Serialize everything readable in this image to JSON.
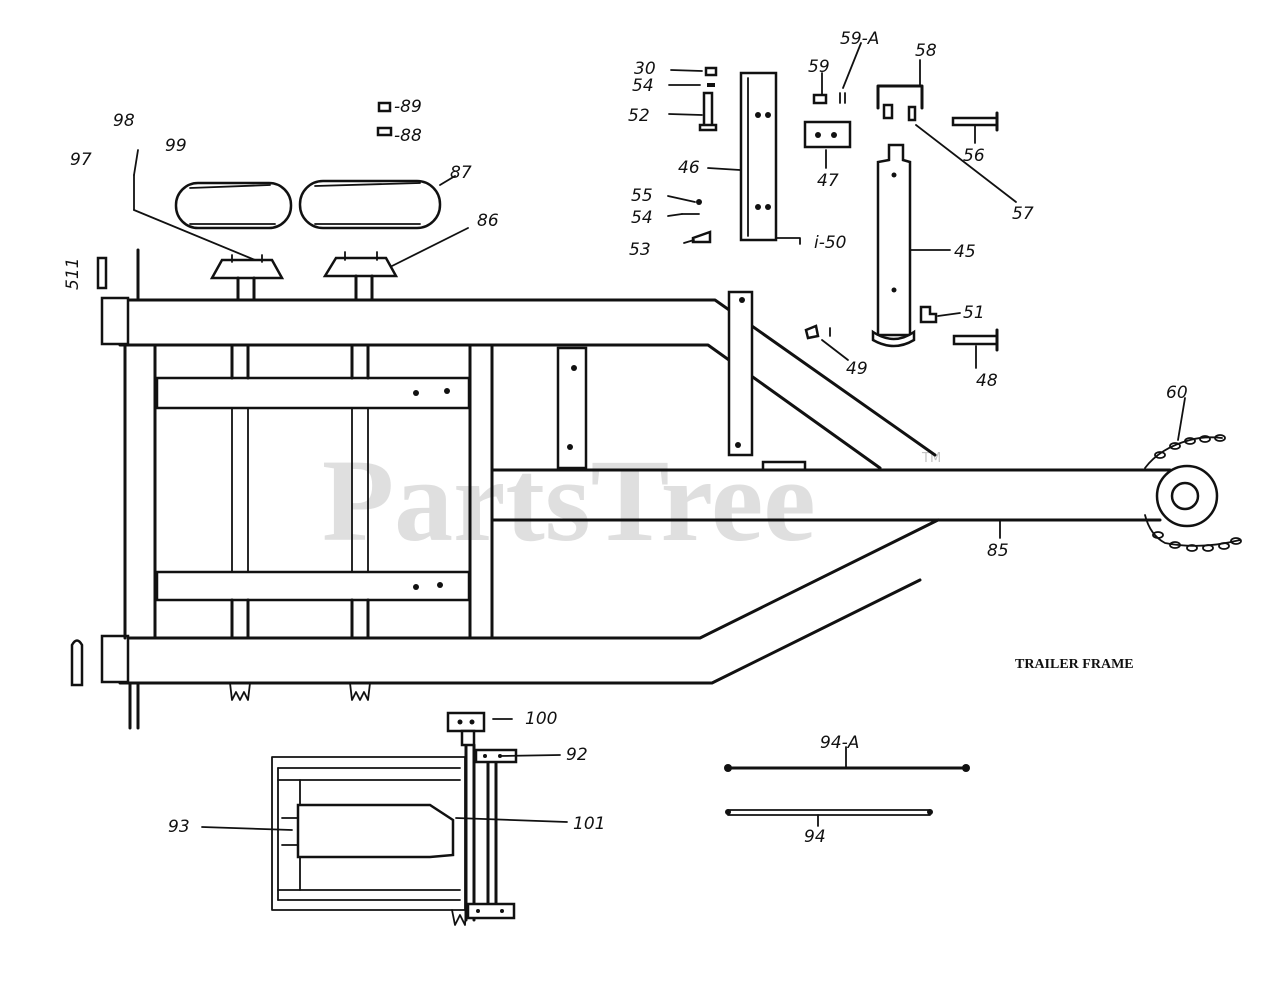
{
  "watermark": {
    "brand": "PartsTree",
    "trademark": "TM"
  },
  "caption": "TRAILER FRAME",
  "callouts": {
    "c30": "30",
    "c54a": "54",
    "c52": "52",
    "c46": "46",
    "c55": "55",
    "c54b": "54",
    "c53": "53",
    "c50": "i-50",
    "c59": "59",
    "c59a": "59-A",
    "c58": "58",
    "c47": "47",
    "c56": "56",
    "c57": "57",
    "c45": "45",
    "c51": "51",
    "c49": "49",
    "c48": "48",
    "c89": "-89",
    "c88": "-88",
    "c98": "98",
    "c97": "97",
    "c99": "99",
    "c87": "87",
    "c86": "86",
    "c511": "511",
    "c60": "60",
    "c85": "85",
    "c100": "100",
    "c92": "92",
    "c93": "93",
    "c101": "101",
    "c94a": "94-A",
    "c94": "94"
  }
}
